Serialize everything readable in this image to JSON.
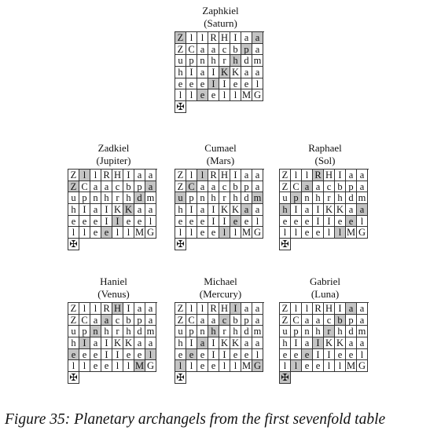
{
  "grid": [
    [
      "Z",
      "l",
      "l",
      "R",
      "H",
      "I",
      "a"
    ],
    [
      "a",
      "Z",
      "C",
      "a",
      "a",
      "c",
      "b"
    ],
    [
      "p",
      "a",
      "u",
      "p",
      "n",
      "h",
      "r"
    ],
    [
      "h",
      "d",
      "m",
      "h",
      "I",
      "a",
      "I"
    ],
    [
      "K",
      "K",
      "a",
      "a",
      "e",
      "e",
      "e"
    ],
    [
      "I",
      "I",
      "e",
      "e",
      "l",
      "l",
      "l"
    ],
    [
      "e",
      "e",
      "l",
      "l",
      "M",
      "G",
      "✠"
    ]
  ],
  "archangels": [
    {
      "name": "Zaphkiel",
      "planet": "(Saturn)",
      "highlight": [
        [
          0,
          0
        ],
        [
          1,
          0
        ],
        [
          2,
          0
        ],
        [
          3,
          0
        ],
        [
          4,
          0
        ],
        [
          5,
          0
        ],
        [
          6,
          0
        ]
      ]
    },
    {
      "name": "Zadkiel",
      "planet": "(Jupiter)",
      "highlight": [
        [
          0,
          1
        ],
        [
          1,
          1
        ],
        [
          2,
          1
        ],
        [
          3,
          1
        ],
        [
          4,
          1
        ],
        [
          5,
          1
        ],
        [
          6,
          1
        ]
      ]
    },
    {
      "name": "Cumael",
      "planet": "(Mars)",
      "highlight": [
        [
          0,
          2
        ],
        [
          1,
          2
        ],
        [
          2,
          2
        ],
        [
          3,
          2
        ],
        [
          4,
          2
        ],
        [
          5,
          2
        ],
        [
          6,
          2
        ]
      ]
    },
    {
      "name": "Raphael",
      "planet": "(Sol)",
      "highlight": [
        [
          0,
          3
        ],
        [
          1,
          3
        ],
        [
          2,
          3
        ],
        [
          3,
          3
        ],
        [
          4,
          3
        ],
        [
          5,
          3
        ],
        [
          6,
          3
        ]
      ]
    },
    {
      "name": "Haniel",
      "planet": "(Venus)",
      "highlight": [
        [
          0,
          4
        ],
        [
          1,
          4
        ],
        [
          2,
          4
        ],
        [
          3,
          4
        ],
        [
          4,
          4
        ],
        [
          5,
          4
        ],
        [
          6,
          4
        ]
      ]
    },
    {
      "name": "Michael",
      "planet": "(Mercury)",
      "highlight": [
        [
          0,
          5
        ],
        [
          1,
          5
        ],
        [
          2,
          5
        ],
        [
          3,
          5
        ],
        [
          4,
          5
        ],
        [
          5,
          5
        ],
        [
          6,
          5
        ]
      ]
    },
    {
      "name": "Gabriel",
      "planet": "(Luna)",
      "highlight": [
        [
          0,
          6
        ],
        [
          1,
          6
        ],
        [
          2,
          6
        ],
        [
          3,
          6
        ],
        [
          4,
          6
        ],
        [
          5,
          6
        ],
        [
          6,
          6
        ]
      ]
    }
  ],
  "caption": "Figure 35: Planetary archangels from the first sevenfold table"
}
